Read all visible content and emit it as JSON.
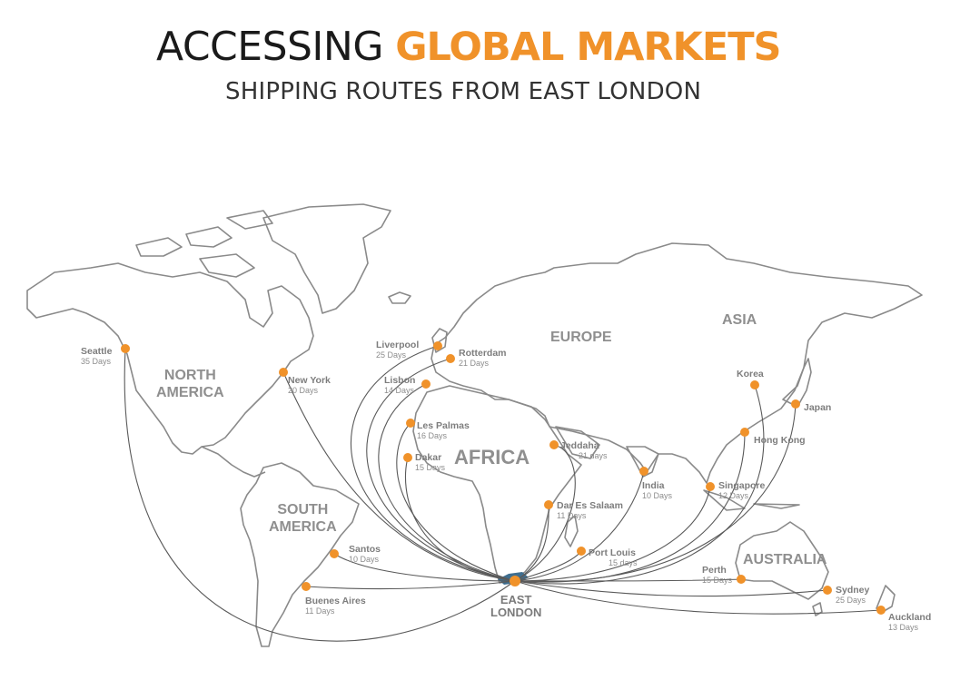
{
  "header": {
    "title_light": "ACCESSING",
    "title_bold": "GLOBAL MARKETS",
    "subtitle": "SHIPPING ROUTES FROM EAST LONDON"
  },
  "colors": {
    "accent": "#f0922a",
    "land_outline": "#8a8a8a",
    "route_line": "#5a5a5a",
    "hub_region": "#3f6e8f",
    "label_gray": "#8f8f8f"
  },
  "continents": [
    {
      "id": "north-america",
      "line1": "NORTH",
      "line2": "AMERICA"
    },
    {
      "id": "south-america",
      "line1": "SOUTH",
      "line2": "AMERICA"
    },
    {
      "id": "europe",
      "line1": "EUROPE",
      "line2": ""
    },
    {
      "id": "africa",
      "line1": "AFRICA",
      "line2": ""
    },
    {
      "id": "asia",
      "line1": "ASIA",
      "line2": ""
    },
    {
      "id": "australia",
      "line1": "AUSTRALIA",
      "line2": ""
    }
  ],
  "hub": {
    "line1": "EAST",
    "line2": "LONDON"
  },
  "ports": [
    {
      "name": "Seattle",
      "days": "35 Days"
    },
    {
      "name": "New York",
      "days": "20 Days"
    },
    {
      "name": "Liverpool",
      "days": "25 Days"
    },
    {
      "name": "Rotterdam",
      "days": "21 Days"
    },
    {
      "name": "Lisbon",
      "days": "14 Days"
    },
    {
      "name": "Les Palmas",
      "days": "16 Days"
    },
    {
      "name": "Dakar",
      "days": "15 Days"
    },
    {
      "name": "Jeddaha",
      "days": "21 days"
    },
    {
      "name": "Dar Es Salaam",
      "days": "11 Days"
    },
    {
      "name": "Port Louis",
      "days": "15 days"
    },
    {
      "name": "India",
      "days": "10 Days"
    },
    {
      "name": "Singapore",
      "days": "12 Days"
    },
    {
      "name": "Hong Kong",
      "days": ""
    },
    {
      "name": "Korea",
      "days": ""
    },
    {
      "name": "Japan",
      "days": ""
    },
    {
      "name": "Perth",
      "days": "15 Days"
    },
    {
      "name": "Sydney",
      "days": "25 Days"
    },
    {
      "name": "Auckland",
      "days": "13 Days"
    },
    {
      "name": "Santos",
      "days": "10 Days"
    },
    {
      "name": "Buenes Aires",
      "days": "11 Days"
    }
  ]
}
